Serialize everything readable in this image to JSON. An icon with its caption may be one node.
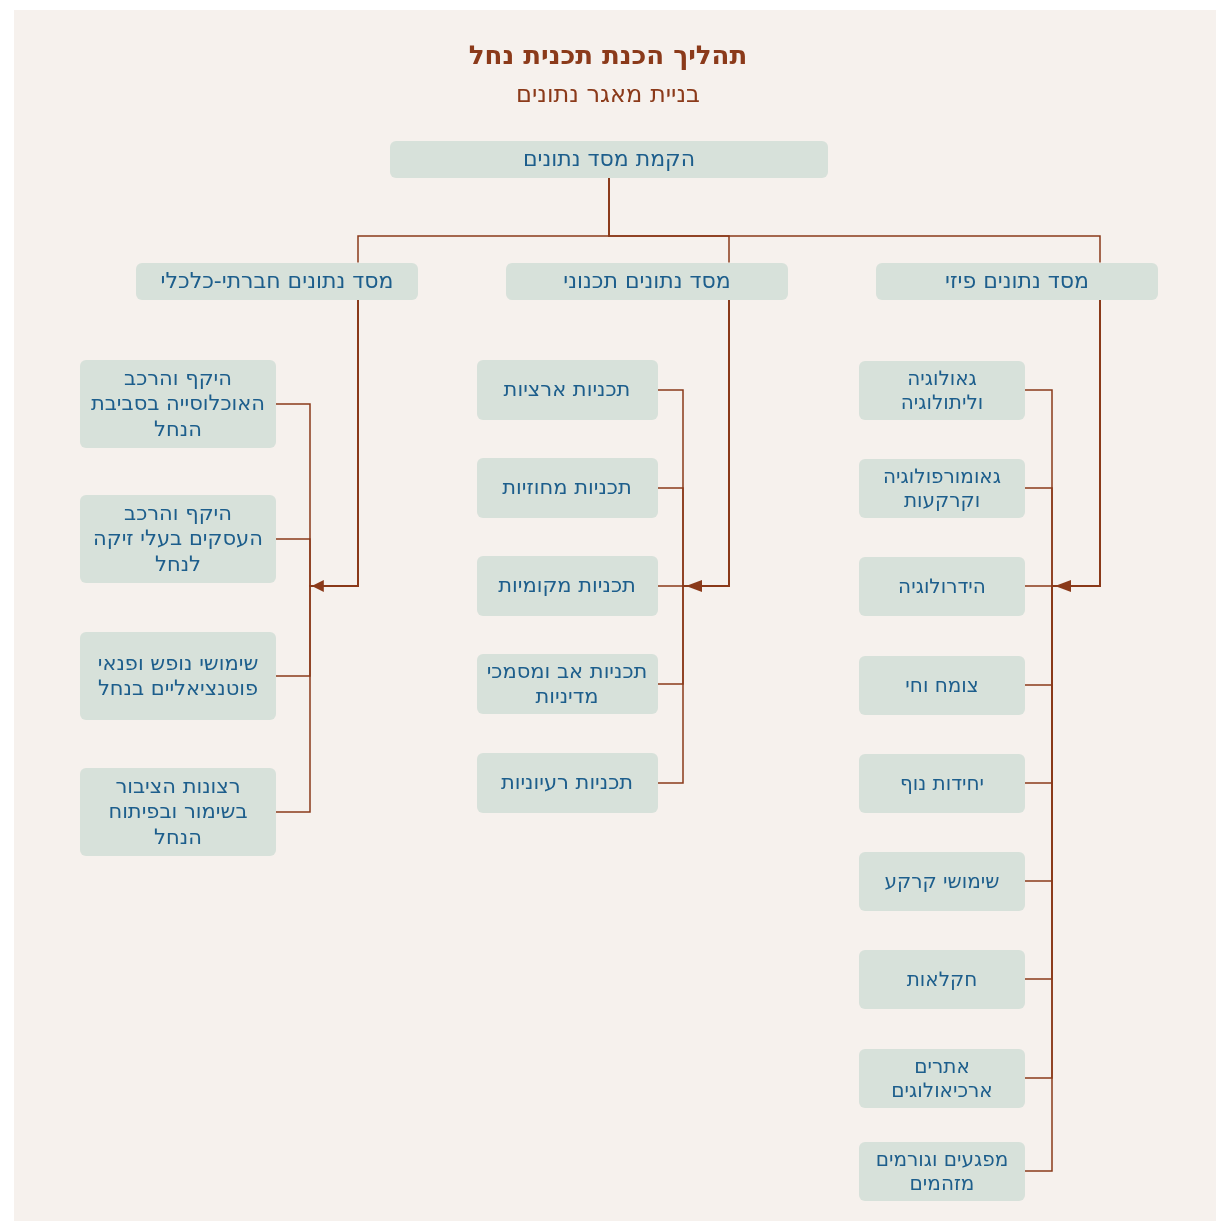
{
  "diagram": {
    "title": "תהליך הכנת תכנית נחל",
    "labels": [
      "בניית מאגר נתונים"
    ],
    "nodes": [
      {
        "text": [
          "הקמת מסד נתונים"
        ]
      },
      {
        "text": [
          "מסד נתונים פיזי"
        ]
      },
      {
        "text": [
          "מסד נתונים תכנוני"
        ]
      },
      {
        "text": [
          "מסד נתונים חברתי-כלכלי"
        ]
      },
      {
        "text": [
          "גאולוגיה וליתולוגיה"
        ]
      },
      {
        "text": [
          "גאומורפולוגיה וקרקעות"
        ]
      },
      {
        "text": [
          "הידרולוגיה"
        ]
      },
      {
        "text": [
          "צומח וחי"
        ]
      },
      {
        "text": [
          "יחידות נוף"
        ]
      },
      {
        "text": [
          "שימושי קרקע"
        ]
      },
      {
        "text": [
          "חקלאות"
        ]
      },
      {
        "text": [
          "אתרים ארכיאולוגים"
        ]
      },
      {
        "text": [
          "מפגעים וגורמים מזהמים"
        ]
      },
      {
        "text": [
          "תכניות ארציות"
        ]
      },
      {
        "text": [
          "תכניות מחוזיות"
        ]
      },
      {
        "text": [
          "תכניות מקומיות"
        ]
      },
      {
        "text": [
          "תכניות אב ומסמכי מדיניות"
        ]
      },
      {
        "text": [
          "תכניות רעיוניות"
        ]
      },
      {
        "text": [
          "היקף והרכב האוכלוסייה בסביבת הנחל"
        ]
      },
      {
        "text": [
          "היקף והרכב העסקים בעלי זיקה לנחל"
        ]
      },
      {
        "text": [
          "שימושי נופש ופנאי פוטנציאליים בנחל"
        ]
      },
      {
        "text": [
          "רצונות הציבור בשימור ובפיתוח הנחל"
        ]
      }
    ],
    "edges": [
      {
        "from": 0,
        "to": 1,
        "arrow": "none"
      },
      {
        "from": 0,
        "to": 2,
        "arrow": "none"
      },
      {
        "from": 0,
        "to": 3,
        "arrow": "none"
      },
      {
        "from": 1,
        "to": 6,
        "arrow": "to"
      },
      {
        "from": 2,
        "to": 15,
        "arrow": "to"
      },
      {
        "from": 3,
        "to": null,
        "arrow": "to"
      },
      {
        "from": 1,
        "to": 4,
        "arrow": "none"
      },
      {
        "from": 1,
        "to": 5,
        "arrow": "none"
      },
      {
        "from": 1,
        "to": 7,
        "arrow": "none"
      },
      {
        "from": 1,
        "to": 8,
        "arrow": "none"
      },
      {
        "from": 1,
        "to": 9,
        "arrow": "none"
      },
      {
        "from": 1,
        "to": 10,
        "arrow": "none"
      },
      {
        "from": 1,
        "to": 11,
        "arrow": "none"
      },
      {
        "from": 1,
        "to": 12,
        "arrow": "none"
      },
      {
        "from": 2,
        "to": 13,
        "arrow": "none"
      },
      {
        "from": 2,
        "to": 14,
        "arrow": "none"
      },
      {
        "from": 2,
        "to": 16,
        "arrow": "none"
      },
      {
        "from": 2,
        "to": 17,
        "arrow": "none"
      },
      {
        "from": 3,
        "to": 18,
        "arrow": "none"
      },
      {
        "from": 3,
        "to": 19,
        "arrow": "none"
      },
      {
        "from": 3,
        "to": 20,
        "arrow": "none"
      },
      {
        "from": 3,
        "to": 21,
        "arrow": "none"
      }
    ]
  }
}
